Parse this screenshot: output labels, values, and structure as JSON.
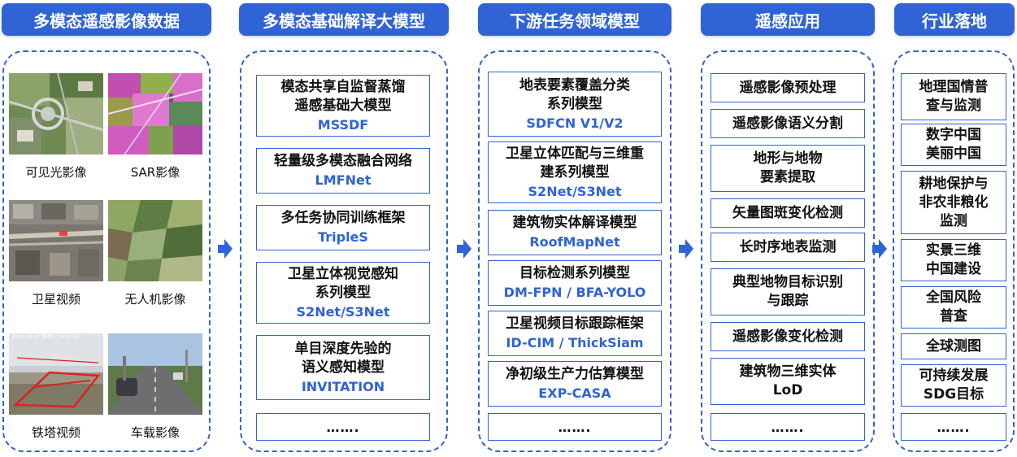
{
  "headers": [
    "多模态遥感影像数据",
    "多模态基础解译大模型",
    "下游任务领域模型",
    "遥感应用",
    "行业落地"
  ],
  "images": [
    {
      "caption": "可见光影像",
      "icon": "aerial-visible-image"
    },
    {
      "caption": "SAR影像",
      "icon": "sar-image"
    },
    {
      "caption": "卫星视频",
      "icon": "satellite-video-frame"
    },
    {
      "caption": "无人机影像",
      "icon": "drone-image"
    },
    {
      "caption": "铁塔视频",
      "icon": "tower-video-frame",
      "timestamp": "2023-03-22 星期三 14:07:53"
    },
    {
      "caption": "车载影像",
      "icon": "vehicle-road-image"
    }
  ],
  "models": [
    {
      "title": "模态共享自监督蒸馏\n遥感基础大模型",
      "sub": "MSSDF"
    },
    {
      "title": "轻量级多模态融合网络",
      "sub": "LMFNet"
    },
    {
      "title": "多任务协同训练框架",
      "sub": "TripleS"
    },
    {
      "title": "卫星立体视觉感知\n系列模型",
      "sub": "S2Net/S3Net"
    },
    {
      "title": "单目深度先验的\n语义感知模型",
      "sub": "INVITATION"
    },
    {
      "title": "……."
    }
  ],
  "downstream": [
    {
      "title": "地表要素覆盖分类\n系列模型",
      "sub": "SDFCN V1/V2"
    },
    {
      "title": "卫星立体匹配与三维重\n建系列模型",
      "sub": "S2Net/S3Net"
    },
    {
      "title": "建筑物实体解译模型",
      "sub": "RoofMapNet"
    },
    {
      "title": "目标检测系列模型",
      "sub": "DM-FPN / BFA-YOLO"
    },
    {
      "title": "卫星视频目标跟踪框架",
      "sub": "ID-CIM / ThickSiam"
    },
    {
      "title": "净初级生产力估算模型",
      "sub": "EXP-CASA"
    },
    {
      "title": "……."
    }
  ],
  "applications": [
    {
      "title": "遥感影像预处理"
    },
    {
      "title": "遥感影像语义分割"
    },
    {
      "title": "地形与地物\n要素提取"
    },
    {
      "title": "矢量图斑变化检测"
    },
    {
      "title": "长时序地表监测"
    },
    {
      "title": "典型地物目标识别\n与跟踪"
    },
    {
      "title": "遥感影像变化检测"
    },
    {
      "title": "建筑物三维实体\nLoD"
    },
    {
      "title": "……."
    }
  ],
  "industries": [
    {
      "title": "地理国情普\n查与监测"
    },
    {
      "title": "数字中国\n美丽中国"
    },
    {
      "title": "耕地保护与\n非农非粮化\n监测"
    },
    {
      "title": "实景三维\n中国建设"
    },
    {
      "title": "全国风险\n普查"
    },
    {
      "title": "全球测图"
    },
    {
      "title": "可持续发展\nSDG目标"
    },
    {
      "title": "……."
    }
  ],
  "colors": {
    "accent": "#2f63d6",
    "text": "#111111"
  }
}
